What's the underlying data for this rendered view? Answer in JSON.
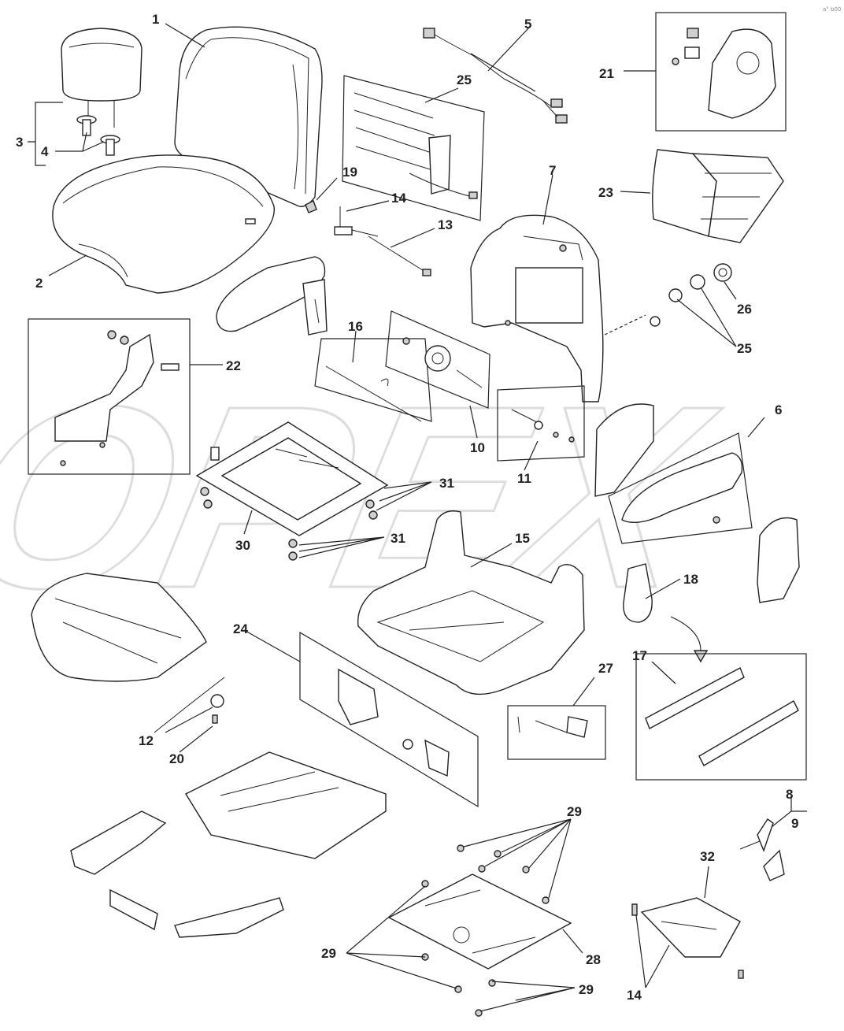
{
  "watermark": {
    "text": "OPEX"
  },
  "corner_mark": "a° b00",
  "callouts": {
    "c1": "1",
    "c2": "2",
    "c3": "3",
    "c4": "4",
    "c5": "5",
    "c6": "6",
    "c7": "7",
    "c8": "8",
    "c9": "9",
    "c10": "10",
    "c11": "11",
    "c12": "12",
    "c13": "13",
    "c14a": "14",
    "c14b": "14",
    "c15": "15",
    "c16": "16",
    "c17": "17",
    "c18": "18",
    "c19": "19",
    "c20": "20",
    "c21": "21",
    "c22": "22",
    "c23": "23",
    "c24": "24",
    "c25a": "25",
    "c25b": "25",
    "c26": "26",
    "c27": "27",
    "c28": "28",
    "c29a": "29",
    "c29b": "29",
    "c29c": "29",
    "c30": "30",
    "c31a": "31",
    "c31b": "31",
    "c32": "32"
  }
}
